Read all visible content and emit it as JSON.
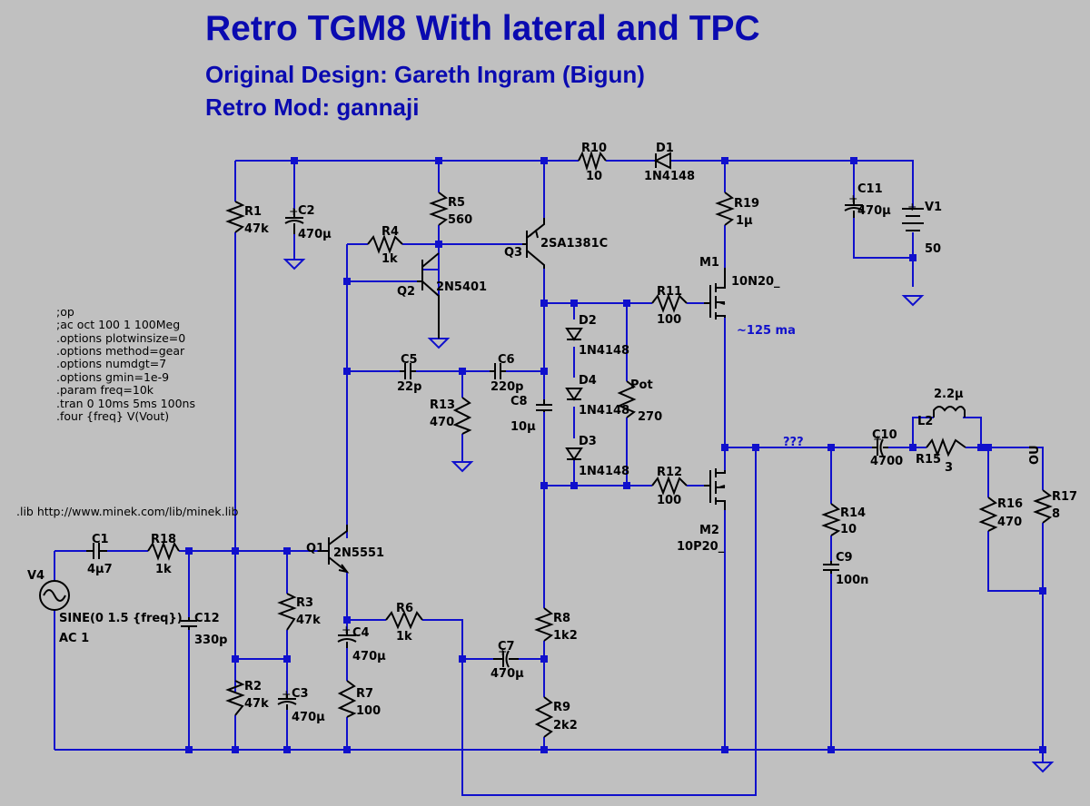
{
  "titles": {
    "line1": "Retro TGM8 With lateral and TPC",
    "line2": "Original Design: Gareth Ingram (Bigun)",
    "line3": "Retro Mod: gannaji"
  },
  "directives": [
    ";op",
    ";ac oct 100 1 100Meg",
    ".options plotwinsize=0",
    ".options method=gear",
    ".options numdgt=7",
    ".options gmin=1e-9",
    ".param freq=10k",
    ".tran 0 10ms 5ms 100ns",
    ".four {freq} V(Vout)"
  ],
  "lib": ".lib http://www.minek.com/lib/minek.lib",
  "annotations": {
    "current": "~125 ma",
    "unknown": "???",
    "out": "OU"
  },
  "source": {
    "name": "V4",
    "value": "SINE(0 1.5 {freq})",
    "ac": "AC 1"
  },
  "supply": {
    "name": "V1",
    "value": "50"
  },
  "components": {
    "C1": "4µ7",
    "C2": "470µ",
    "C3": "470µ",
    "C4": "470µ",
    "C5": "22p",
    "C6": "220p",
    "C7": "470µ",
    "C8": "10µ",
    "C9": "100n",
    "C10": "4700",
    "C11": "470µ",
    "C12": "330p",
    "R1": "47k",
    "R2": "47k",
    "R3": "47k",
    "R4": "1k",
    "R5": "560",
    "R6": "1k",
    "R7": "100",
    "R8": "1k2",
    "R9": "2k2",
    "R10": "10",
    "R11": "100",
    "R12": "100",
    "R13": "470",
    "R14": "10",
    "R15": "3",
    "R16": "470",
    "R17": "8",
    "R18": "1k",
    "R19": "1µ",
    "Pot": "270",
    "L2": "2.2µ",
    "Q1": "2N5551",
    "Q2": "2N5401",
    "Q3": "2SA1381C",
    "D1": "1N4148",
    "D2": "1N4148",
    "D3": "1N4148",
    "D4": "1N4148",
    "M1": "10N20_",
    "M2": "10P20_"
  }
}
